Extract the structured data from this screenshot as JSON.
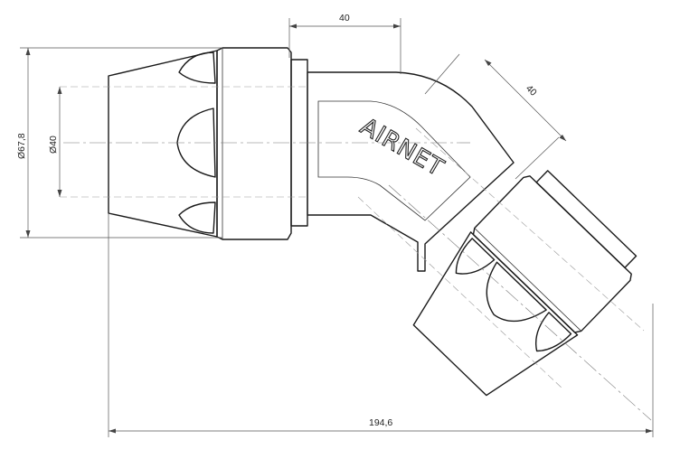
{
  "dimensions": {
    "top_length": "40",
    "angled_length": "40",
    "outer_diameter": "Ø67,8",
    "inner_diameter": "Ø40",
    "total_length": "194,6"
  },
  "logo": {
    "text": "AIRNET"
  }
}
